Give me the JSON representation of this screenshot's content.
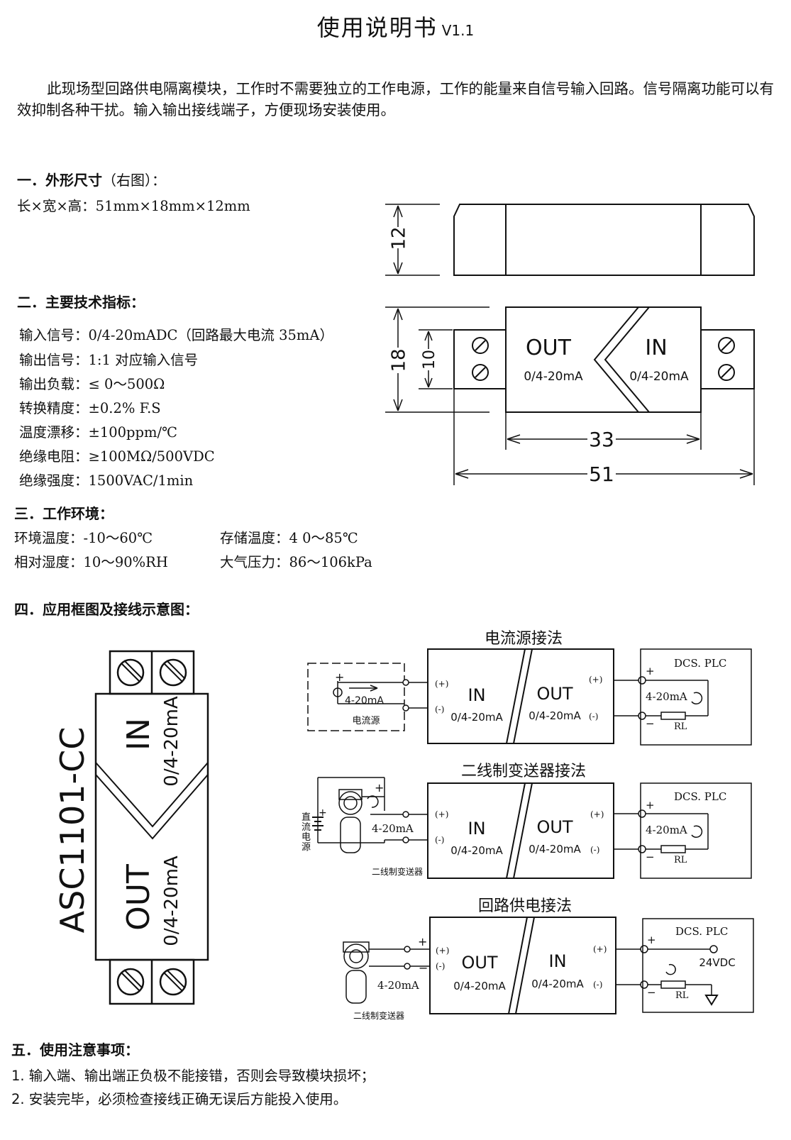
{
  "title": {
    "main": "使用说明书",
    "version": "V1.1"
  },
  "intro": "此现场型回路供电隔离模块，工作时不需要独立的工作电源，工作的能量来自信号输入回路。信号隔离功能可以有效抑制各种干扰。输入输出接线端子，方便现场安装使用。",
  "section1": {
    "heading": "一．外形尺寸",
    "paren": "（右图）：",
    "dims": "长×宽×高：51mm×18mm×12mm"
  },
  "section2": {
    "heading": "二．主要技术指标：",
    "specs": [
      "输入信号：0/4-20mADC（回路最大电流 35mA）",
      "输出信号：1:1 对应输入信号",
      "输出负载：≤ 0～500Ω",
      "转换精度：±0.2% F.S",
      "温度漂移：±100ppm/℃",
      "绝缘电阻：≥100MΩ/500VDC",
      "绝缘强度：1500VAC/1min"
    ]
  },
  "section3": {
    "heading": "三．工作环境：",
    "env": [
      "环境温度：-10～60℃",
      "存储温度：4 0～85℃",
      "相对湿度：10～90%RH",
      "大气压力：86～106kPa"
    ]
  },
  "section4": {
    "heading": "四．应用框图及接线示意图："
  },
  "section5": {
    "heading": "五．使用注意事项：",
    "notes": [
      "1.  输入端、输出端正负极不能接错，否则会导致模块损坏；",
      "2.  安装完毕，必须检查接线正确无误后方能投入使用。"
    ]
  },
  "dim_drawing": {
    "height_label": "12",
    "width_label": "18",
    "terminal_label": "10",
    "body_label": "33",
    "total_label": "51",
    "out_label": "OUT",
    "in_label": "IN",
    "range_label": "0/4-20mA"
  },
  "module": {
    "model": "ASC1101-CC",
    "in_label": "IN",
    "out_label": "OUT",
    "range_label": "0/4-20mA"
  },
  "wiring": {
    "plus_label": "(+)",
    "minus_label": "(-)",
    "dcs_label": "DCS. PLC",
    "rl_label": "RL",
    "current_label": "4-20mA",
    "in_label": "IN",
    "out_label": "OUT",
    "range_label": "0/4-20mA",
    "plus_sign": "+",
    "minus_sign": "−",
    "d1": {
      "title": "电流源接法",
      "source_label": "电流源"
    },
    "d2": {
      "title": "二线制变送器接法",
      "supply_label": [
        "直",
        "流",
        "电",
        "源"
      ],
      "transmitter_label": "二线制变送器"
    },
    "d3": {
      "title": "回路供电接法",
      "supply_voltage": "24VDC",
      "transmitter_label": "二线制变送器"
    }
  }
}
